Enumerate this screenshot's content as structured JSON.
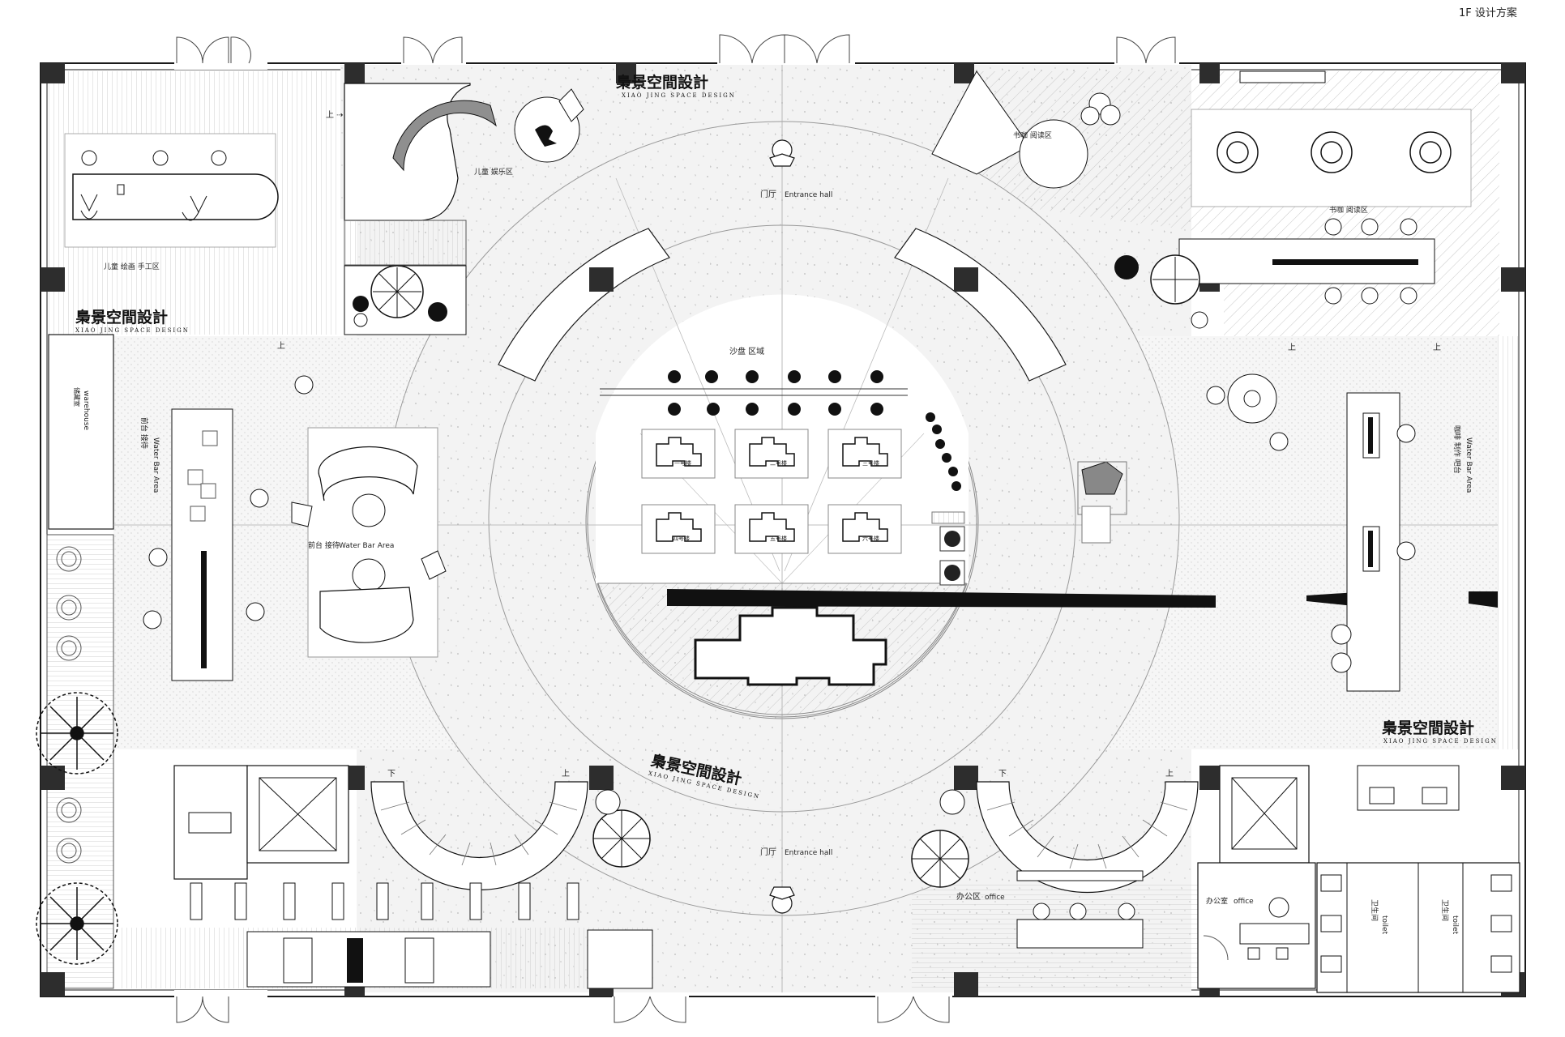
{
  "sheet_title": "1F 设计方案",
  "brand": {
    "name": "梟景空間設計",
    "tagline": "XIAO JING SPACE DESIGN"
  },
  "zones": {
    "kids_craft": "儿童 绘画 手工区",
    "kids_play": "儿童 娱乐区",
    "entrance_top_cn": "门厅",
    "entrance_top_en": "Entrance hall",
    "entrance_bottom_cn": "门厅",
    "entrance_bottom_en": "Entrance hall",
    "book_cafe_top": "书咖 阅读区",
    "book_cafe_main": "书咖 阅读区",
    "sand_table": "沙盘 区域",
    "reception_center_cn": "前台 接待",
    "reception_center_en": "Water Bar Area",
    "reception_left_cn": "前台 接待",
    "reception_left_en": "Water Bar Area",
    "water_bar_right_cn": "咖啡 制作 吧台",
    "water_bar_right_en": "Water Bar Area",
    "warehouse_cn": "储藏室",
    "warehouse_en": "warehouse",
    "office_area_cn": "办公区",
    "office_area_en": "office",
    "office_room_cn": "办公室",
    "office_room_en": "office",
    "toilet_left_cn": "卫生间",
    "toilet_left_en": "toilet",
    "toilet_right_cn": "卫生间",
    "toilet_right_en": "toilet"
  },
  "buildings": [
    "一号楼",
    "二号楼",
    "三号楼",
    "四号楼",
    "五号楼",
    "六号楼"
  ],
  "stairs": {
    "up": "上",
    "down": "下",
    "arrow_up": "上 ⇢"
  },
  "colors": {
    "line": "#1a1a1a",
    "column": "#333333",
    "floor": "#f4f4f4",
    "hatch": "#bdbdbd"
  }
}
